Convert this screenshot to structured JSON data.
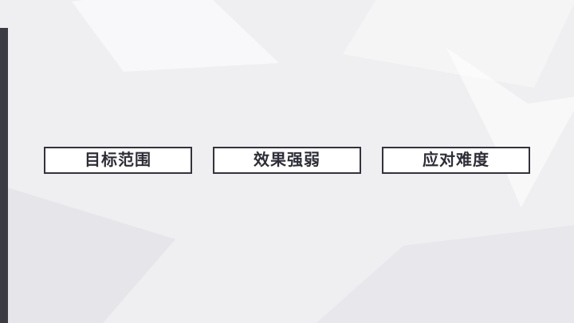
{
  "slide": {
    "boxes": [
      {
        "label": "目标范围"
      },
      {
        "label": "效果强弱"
      },
      {
        "label": "应对难度"
      }
    ],
    "colors": {
      "background": "#efeef1",
      "accent_bar": "#3b3b44",
      "box_border": "#33333c",
      "box_text": "#2e2e38",
      "box_fill": "#ffffff"
    }
  }
}
